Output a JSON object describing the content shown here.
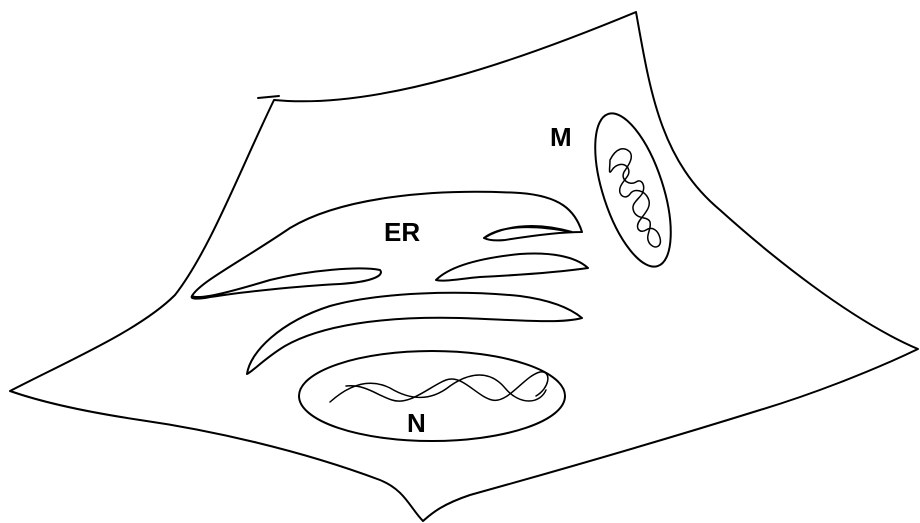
{
  "labels": {
    "mitochondrion": "M",
    "endoplasmic_reticulum": "ER",
    "nucleus": "N"
  },
  "colors": {
    "stroke": "#000000",
    "background": "#ffffff"
  }
}
